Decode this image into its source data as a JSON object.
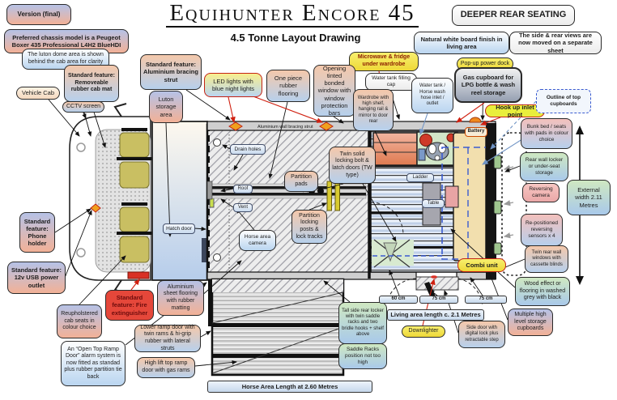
{
  "header": {
    "title": "Equihunter Encore 45",
    "subtitle": "4.5 Tonne Layout Drawing"
  },
  "drawing": {
    "wall_strut_label": "Aluminium wall bracing strut"
  },
  "colors": {
    "callout_yellow": "#f2e23a",
    "alert_red": "#d93d2e",
    "dashed_blue": "#3a5bd0",
    "seat_khaki": "#c9bf62",
    "wardrobe_orange": "#e8906a",
    "marker_orange": "#f0a01e"
  },
  "callouts": {
    "version": "Version (final)",
    "chassis": "Preferred chassis model is a Peugeot Boxer 435 Professional L4H2 BlueHDI",
    "luton_dome_note": "The luton dome area is shown behind the cab area for clarity",
    "removeable_mat": "Standard feature: Removeable rubber cab mat",
    "vehicle_cab": "Vehicle Cab",
    "cctv": "CCTV screen",
    "alu_bracing_strut": "Standard feature: Aluminium bracing strut",
    "luton_storage": "Luton storage area",
    "deeper_rear_seating": "DEEPER REAR SEATING",
    "natural_white_board": "Natural white board finish in living area",
    "side_rear_views": "The side & rear views are now moved on a separate sheet",
    "microwave_fridge": "Microwave & fridge under wardrobe",
    "popup_power_dock": "Pop-up power dock",
    "led_lights": "LED lights with blue night lights",
    "one_piece_floor": "One piece rubber flooring",
    "opening_window": "Opening tinted bonded window with window protection bars",
    "water_tank_cap": "Water tank filling cap",
    "wardrobe": "Wardrobe with high shelf, hanging rail & mirror to door rear",
    "water_tank_hose": "Water tank / Horse wash hose inlet / outlet",
    "gas_cupboard": "Gas cupboard for LPG bottle & wash reel storage",
    "hook_up": "Hook up inlet point",
    "top_cupboards": "Outline of top cupboards",
    "bunk_bed": "Bunk bed / seats with pads in colour choice",
    "rear_wall_locker": "Rear wall locker or under-seat storage",
    "reversing_camera": "Reversing camera",
    "external_width": "External width 2.11 Metres",
    "reversing_sensors": "Re-positioned reversing sensors x 4",
    "twin_rear_windows": "Twin rear wall windows with cassette blinds",
    "wood_effect": "Wood effect or flooring in washed grey with black",
    "multi_cupboards": "Multiple high level storage cupboards",
    "side_door": "Side door with digital lock plus retractable step",
    "phone_holder": "Standard feature: Phone holder",
    "usb_outlet": "Standard feature: 12v USB power outlet",
    "reupholstered_seats": "Reupholstered cab seats in colour choice",
    "fire_extinguisher": "Standard feature: Fire extinguisher",
    "alu_sheet_floor": "Aluminium sheet flooring with rubber matting",
    "open_top_alarm": "An “Open Top Ramp Door” alarm system is now fitted as standad plus rubber partition tie back",
    "lower_ramp": "Lower ramp door with twin rams & hi-grip rubber with lateral struts",
    "high_lift_ramp": "High lift top ramp door with gas rams",
    "drain_holes": "Drain holes",
    "roof": "Roof",
    "vent": "Vent",
    "hatch_door": "Hatch door",
    "horse_camera": "Horse area camera",
    "partition_pads": "Partition pads",
    "partition_locking": "Partition locking posts & lock tracks",
    "twin_solid_locks": "Twin solid locking bolt & latch doors (TW type)",
    "ladder": "Ladder",
    "table": "Table",
    "battery": "Battery",
    "combi_unit": "Combi unit",
    "dim_60": "60 cm",
    "dim_75a": "75 cm",
    "dim_75b": "75 cm",
    "living_length": "Living area length c. 2.1 Metres",
    "downlighter": "Downlighter",
    "tall_locker": "Tall side rear locker with twin saddle racks and two bridle hooks + shelf above",
    "saddle_racks": "Saddle Racks position not too high",
    "horse_length": "Horse Area Length at 2.60 Metres"
  }
}
